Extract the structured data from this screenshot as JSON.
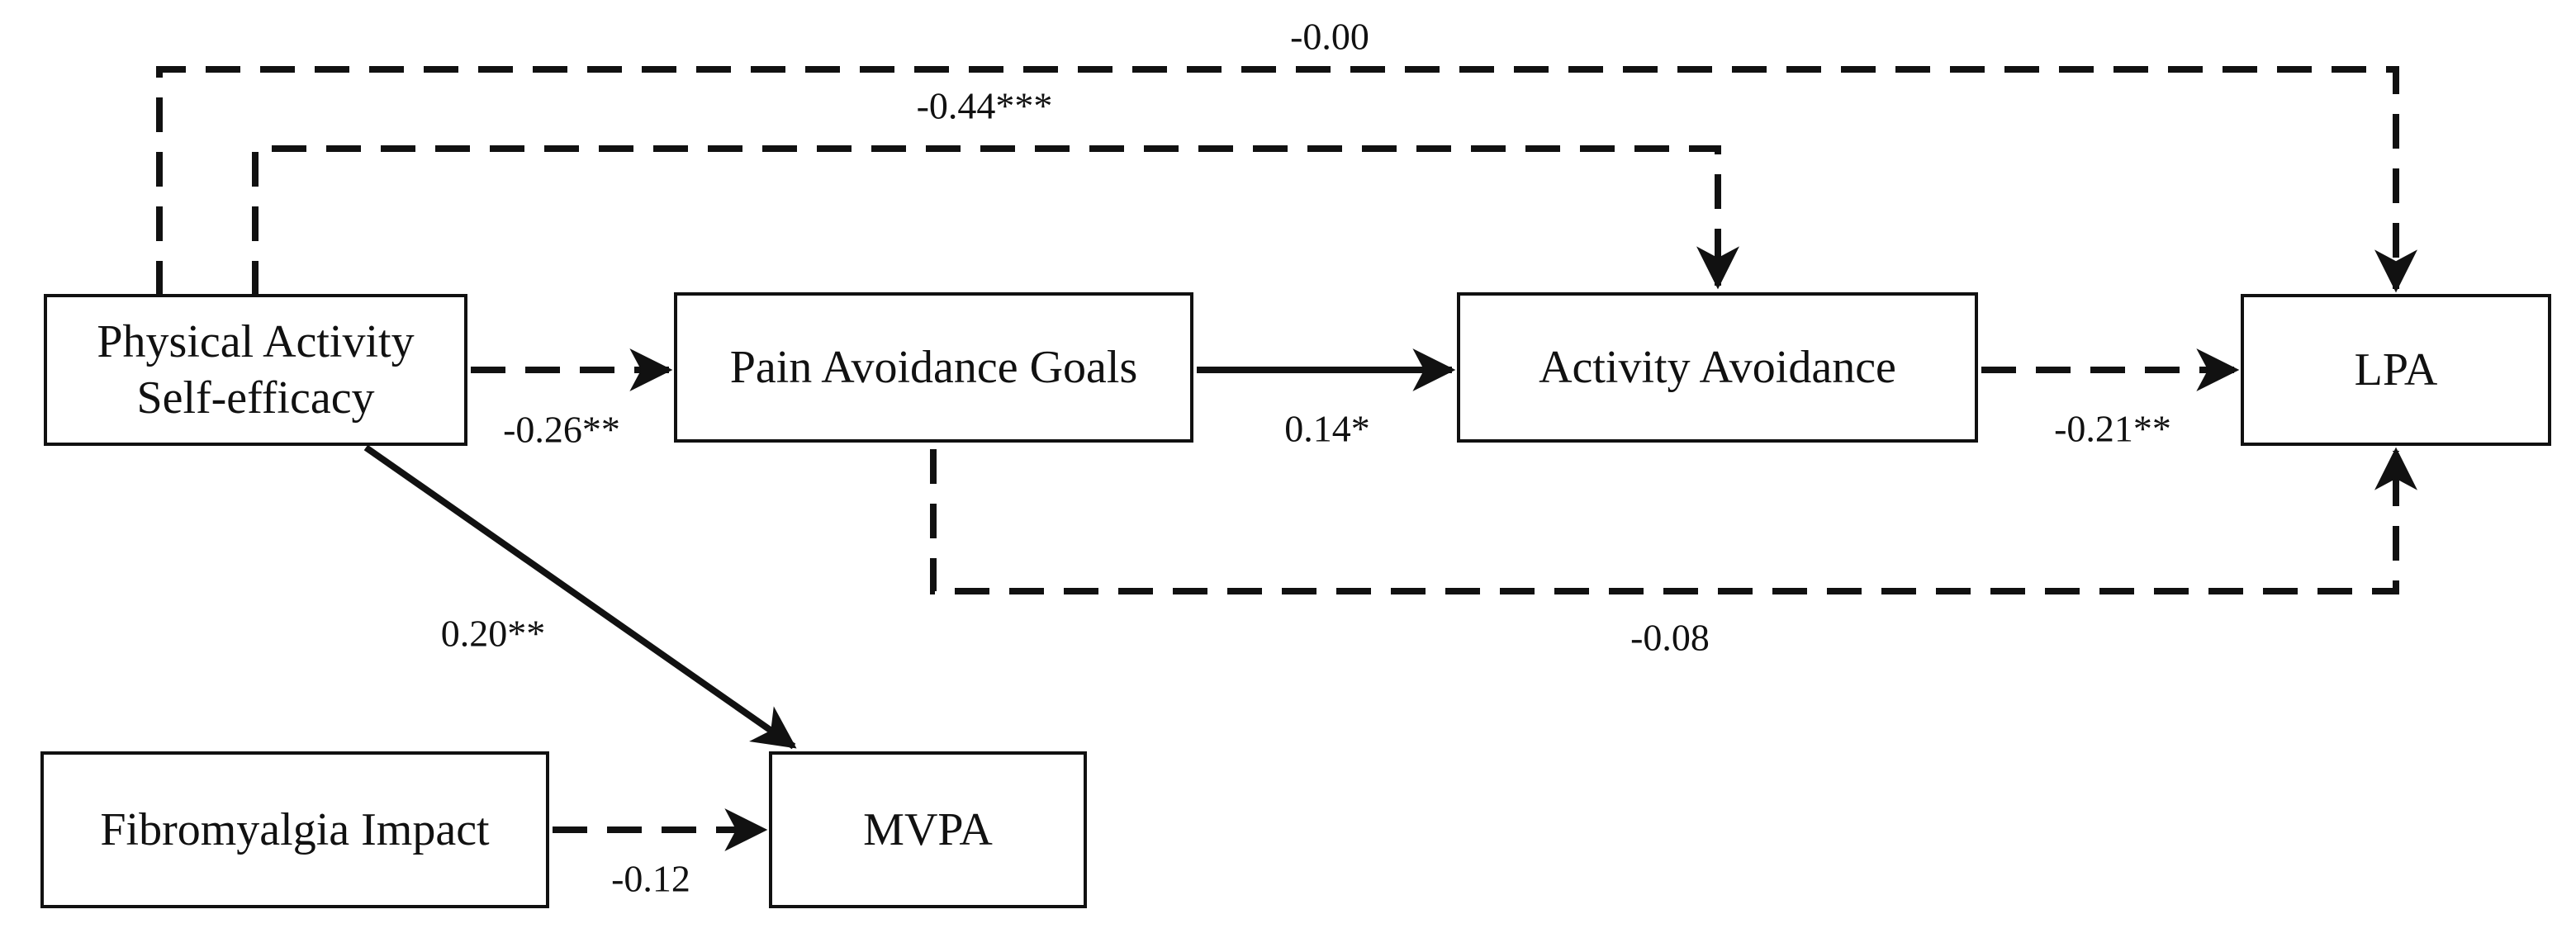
{
  "diagram": {
    "type": "path-model",
    "nodes": {
      "pase": {
        "label": "Physical Activity Self-efficacy"
      },
      "pag": {
        "label": "Pain Avoidance Goals"
      },
      "aa": {
        "label": "Activity Avoidance"
      },
      "lpa": {
        "label": "LPA"
      },
      "fi": {
        "label": "Fibromyalgia Impact"
      },
      "mvpa": {
        "label": "MVPA"
      }
    },
    "edges": {
      "pase_lpa": {
        "from": "pase",
        "to": "lpa",
        "coef": "-0.00",
        "style": "dashed"
      },
      "pase_aa": {
        "from": "pase",
        "to": "aa",
        "coef": "-0.44***",
        "style": "dashed"
      },
      "pase_pag": {
        "from": "pase",
        "to": "pag",
        "coef": "-0.26**",
        "style": "dashed"
      },
      "pag_aa": {
        "from": "pag",
        "to": "aa",
        "coef": "0.14*",
        "style": "solid"
      },
      "aa_lpa": {
        "from": "aa",
        "to": "lpa",
        "coef": "-0.21**",
        "style": "dashed"
      },
      "pag_lpa": {
        "from": "pag",
        "to": "lpa",
        "coef": "-0.08",
        "style": "dashed"
      },
      "pase_mvpa": {
        "from": "pase",
        "to": "mvpa",
        "coef": "0.20**",
        "style": "solid"
      },
      "fi_mvpa": {
        "from": "fi",
        "to": "mvpa",
        "coef": "-0.12",
        "style": "dashed"
      }
    },
    "colors": {
      "line": "#111111",
      "box_border": "#111111",
      "box_fill": "#ffffff",
      "background": "#ffffff"
    }
  }
}
